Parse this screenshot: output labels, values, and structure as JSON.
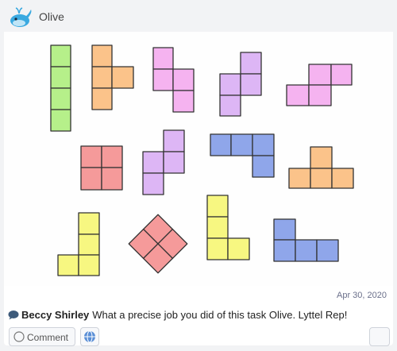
{
  "post": {
    "username": "Olive",
    "avatar_icon": "whale-icon",
    "date": "Apr 30, 2020"
  },
  "artwork": {
    "colors": {
      "green": "#b6f08a",
      "orange": "#fbc38a",
      "pink": "#f5b3f0",
      "purple": "#ddb6f5",
      "red": "#f59a9a",
      "blue": "#8fa6ea",
      "yellow": "#f7f781"
    }
  },
  "comment": {
    "icon": "speech-bubble-icon",
    "author": "Beccy Shirley",
    "text": "What a precise job you did of this task Olive. Lyttel Rep!"
  },
  "actions": {
    "comment_label": "Comment",
    "globe_icon": "globe-icon"
  }
}
